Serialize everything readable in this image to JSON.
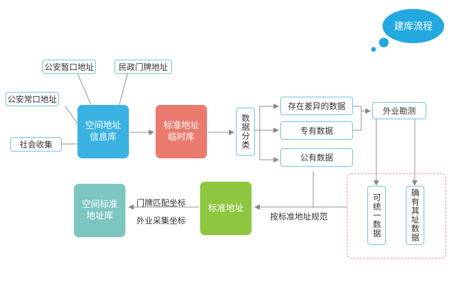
{
  "bubble": {
    "title": "建库流程"
  },
  "sources": {
    "police_temp": "公安暂口地址",
    "civil_plate": "民政门牌地址",
    "police_perm": "公安常口地址",
    "social": "社会收集"
  },
  "spatial_db": {
    "line1": "空间地址",
    "line2": "信息库"
  },
  "temp_db": {
    "line1": "标准地址",
    "line2": "临时库"
  },
  "classify": {
    "label": "数据分类"
  },
  "categories": {
    "diff": "存在差异的数据",
    "special": "专有数据",
    "common": "公有数据"
  },
  "survey": {
    "label": "外业勘测"
  },
  "outcomes": {
    "unified": "可统一数据",
    "definite": "确有其址数据"
  },
  "std_address": {
    "label": "标准地址"
  },
  "std_spec": {
    "label": "按标准地址规范"
  },
  "coords": {
    "plate_match": "门牌匹配坐标",
    "field_collect": "外业采集坐标"
  },
  "final_db": {
    "line1": "空间标准",
    "line2": "地址库"
  },
  "colors": {
    "blue": "#3ab3e3",
    "red": "#ea7a6e",
    "green": "#8dc63f",
    "teal": "#7dc6c0",
    "border": "#6cc3da",
    "dashed": "#e8958a"
  }
}
